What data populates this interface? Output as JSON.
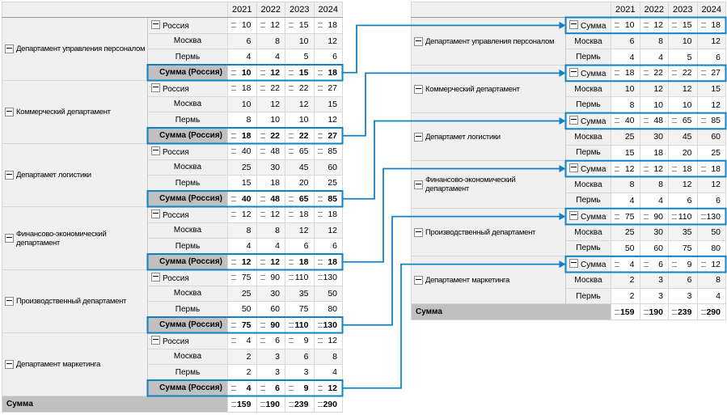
{
  "years": [
    "2021",
    "2022",
    "2023",
    "2024"
  ],
  "colors": {
    "accent": "#1281c4",
    "header_bg": "#f0f0f0",
    "sum_label_bg": "#c0c0c0",
    "shade_bg": "#f3f3f3",
    "border_strong": "#999999",
    "border_light": "#d8d8d8"
  },
  "left_table": {
    "groups": [
      {
        "department": "Департамент управления персоналом",
        "rows": [
          {
            "label": "Россия",
            "kind": "lead",
            "values": [
              10,
              12,
              15,
              18
            ]
          },
          {
            "label": "Москва",
            "kind": "cityShade",
            "values": [
              6,
              8,
              10,
              12
            ]
          },
          {
            "label": "Пермь",
            "kind": "city",
            "values": [
              4,
              4,
              5,
              6
            ]
          },
          {
            "label": "Сумма (Россия)",
            "kind": "sumL",
            "values": [
              10,
              12,
              15,
              18
            ]
          }
        ]
      },
      {
        "department": "Коммерческий департамент",
        "rows": [
          {
            "label": "Россия",
            "kind": "lead",
            "values": [
              18,
              22,
              22,
              27
            ]
          },
          {
            "label": "Москва",
            "kind": "cityShade",
            "values": [
              10,
              12,
              12,
              15
            ]
          },
          {
            "label": "Пермь",
            "kind": "city",
            "values": [
              8,
              10,
              10,
              12
            ]
          },
          {
            "label": "Сумма (Россия)",
            "kind": "sumL",
            "values": [
              18,
              22,
              22,
              27
            ]
          }
        ]
      },
      {
        "department": "Департамет логистики",
        "rows": [
          {
            "label": "Россия",
            "kind": "lead",
            "values": [
              40,
              48,
              65,
              85
            ]
          },
          {
            "label": "Москва",
            "kind": "cityShade",
            "values": [
              25,
              30,
              45,
              60
            ]
          },
          {
            "label": "Пермь",
            "kind": "city",
            "values": [
              15,
              18,
              20,
              25
            ]
          },
          {
            "label": "Сумма (Россия)",
            "kind": "sumL",
            "values": [
              40,
              48,
              65,
              85
            ]
          }
        ]
      },
      {
        "department": "Финансово-экономический\nдепартамент",
        "rows": [
          {
            "label": "Россия",
            "kind": "lead",
            "values": [
              12,
              12,
              18,
              18
            ]
          },
          {
            "label": "Москва",
            "kind": "cityShade",
            "values": [
              8,
              8,
              12,
              12
            ]
          },
          {
            "label": "Пермь",
            "kind": "city",
            "values": [
              4,
              4,
              6,
              6
            ]
          },
          {
            "label": "Сумма (Россия)",
            "kind": "sumL",
            "values": [
              12,
              12,
              18,
              18
            ]
          }
        ]
      },
      {
        "department": "Производственный департамент",
        "rows": [
          {
            "label": "Россия",
            "kind": "lead",
            "values": [
              75,
              90,
              110,
              130
            ]
          },
          {
            "label": "Москва",
            "kind": "cityShade",
            "values": [
              25,
              30,
              35,
              50
            ]
          },
          {
            "label": "Пермь",
            "kind": "city",
            "values": [
              50,
              60,
              75,
              80
            ]
          },
          {
            "label": "Сумма (Россия)",
            "kind": "sumL",
            "values": [
              75,
              90,
              110,
              130
            ]
          }
        ]
      },
      {
        "department": "Департамент маркетинга",
        "rows": [
          {
            "label": "Россия",
            "kind": "lead",
            "values": [
              4,
              6,
              9,
              12
            ]
          },
          {
            "label": "Москва",
            "kind": "cityShade",
            "values": [
              2,
              3,
              6,
              8
            ]
          },
          {
            "label": "Пермь",
            "kind": "city",
            "values": [
              2,
              3,
              3,
              4
            ]
          },
          {
            "label": "Сумма (Россия)",
            "kind": "sumL",
            "values": [
              4,
              6,
              9,
              12
            ]
          }
        ]
      }
    ],
    "footer": {
      "label": "Сумма",
      "values": [
        159,
        190,
        239,
        290
      ]
    }
  },
  "right_table": {
    "groups": [
      {
        "department": "Департамент управления персоналом",
        "rows": [
          {
            "label": "Сумма",
            "kind": "sumR",
            "values": [
              10,
              12,
              15,
              18
            ]
          },
          {
            "label": "Москва",
            "kind": "cityShade",
            "values": [
              6,
              8,
              10,
              12
            ]
          },
          {
            "label": "Пермь",
            "kind": "city",
            "values": [
              4,
              4,
              5,
              6
            ]
          }
        ]
      },
      {
        "department": "Коммерческий департамент",
        "rows": [
          {
            "label": "Сумма",
            "kind": "sumR",
            "values": [
              18,
              22,
              22,
              27
            ]
          },
          {
            "label": "Москва",
            "kind": "cityShade",
            "values": [
              10,
              12,
              12,
              15
            ]
          },
          {
            "label": "Пермь",
            "kind": "city",
            "values": [
              8,
              10,
              10,
              12
            ]
          }
        ]
      },
      {
        "department": "Департамет логистики",
        "rows": [
          {
            "label": "Сумма",
            "kind": "sumR",
            "values": [
              40,
              48,
              65,
              85
            ]
          },
          {
            "label": "Москва",
            "kind": "cityShade",
            "values": [
              25,
              30,
              45,
              60
            ]
          },
          {
            "label": "Пермь",
            "kind": "city",
            "values": [
              15,
              18,
              20,
              25
            ]
          }
        ]
      },
      {
        "department": "Финансово-экономический\nдепартамент",
        "rows": [
          {
            "label": "Сумма",
            "kind": "sumR",
            "values": [
              12,
              12,
              18,
              18
            ]
          },
          {
            "label": "Москва",
            "kind": "cityShade",
            "values": [
              8,
              8,
              12,
              12
            ]
          },
          {
            "label": "Пермь",
            "kind": "city",
            "values": [
              4,
              4,
              6,
              6
            ]
          }
        ]
      },
      {
        "department": "Производственный департамент",
        "rows": [
          {
            "label": "Сумма",
            "kind": "sumR",
            "values": [
              75,
              90,
              110,
              130
            ]
          },
          {
            "label": "Москва",
            "kind": "cityShade",
            "values": [
              25,
              30,
              35,
              50
            ]
          },
          {
            "label": "Пермь",
            "kind": "city",
            "values": [
              50,
              60,
              75,
              80
            ]
          }
        ]
      },
      {
        "department": "Департамент маркетинга",
        "rows": [
          {
            "label": "Сумма",
            "kind": "sumR",
            "values": [
              4,
              6,
              9,
              12
            ]
          },
          {
            "label": "Москва",
            "kind": "cityShade",
            "values": [
              2,
              3,
              6,
              8
            ]
          },
          {
            "label": "Пермь",
            "kind": "city",
            "values": [
              2,
              3,
              3,
              4
            ]
          }
        ]
      }
    ],
    "footer": {
      "label": "Сумма",
      "values": [
        159,
        190,
        239,
        290
      ]
    }
  }
}
